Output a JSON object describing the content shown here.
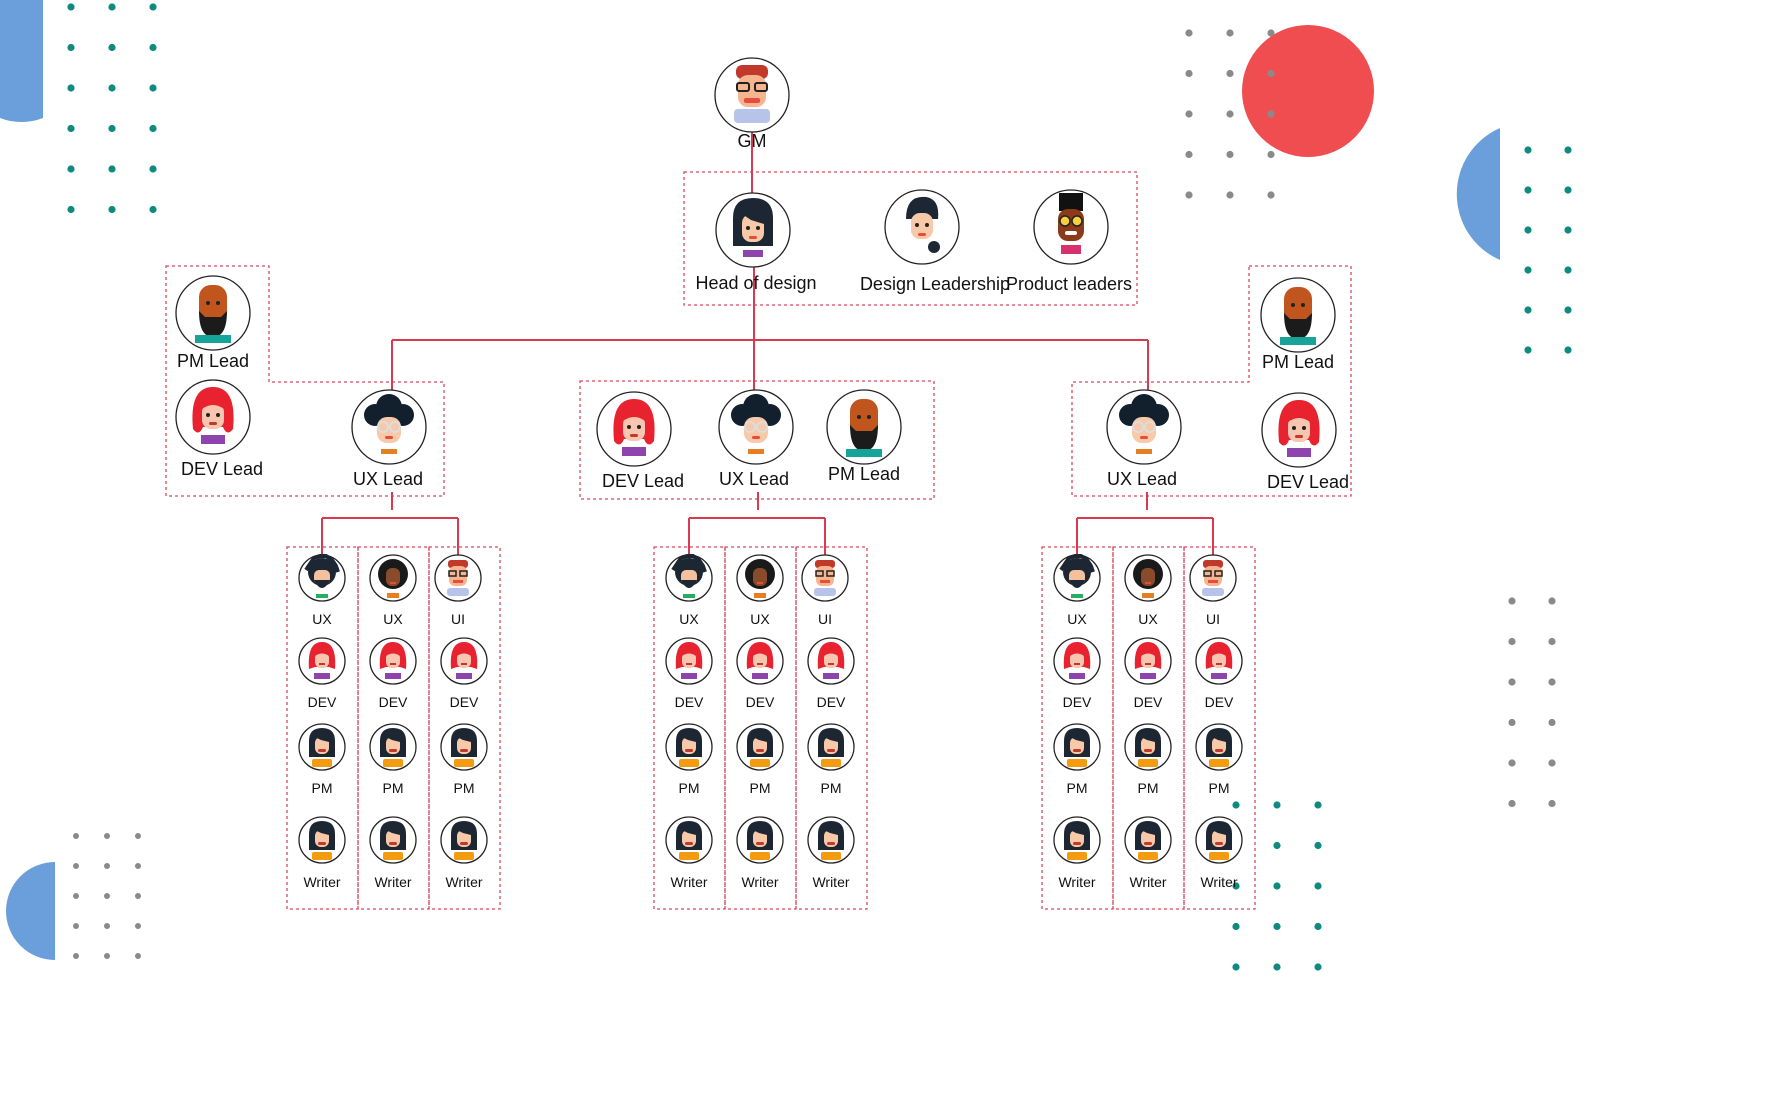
{
  "colors": {
    "connector": "#d93a4f",
    "box_border": "#d9485f",
    "accent_blue": "#6b9fdc",
    "accent_red": "#ef4d50",
    "dot_teal": "#0e8a7e",
    "dot_gray": "#8a8a8a"
  },
  "top": {
    "gm": "GM",
    "head_of_design": "Head of design",
    "design_leadership": "Design Leadership",
    "product_leaders": "Product leaders"
  },
  "leads": {
    "pm_lead": "PM Lead",
    "dev_lead": "DEV Lead",
    "ux_lead": "UX Lead"
  },
  "teams": [
    {
      "columns": [
        {
          "roles": [
            "UX",
            "DEV",
            "PM",
            "Writer"
          ]
        },
        {
          "roles": [
            "UX",
            "DEV",
            "PM",
            "Writer"
          ]
        },
        {
          "roles": [
            "UI",
            "DEV",
            "PM",
            "Writer"
          ]
        }
      ]
    },
    {
      "columns": [
        {
          "roles": [
            "UX",
            "DEV",
            "PM",
            "Writer"
          ]
        },
        {
          "roles": [
            "UX",
            "DEV",
            "PM",
            "Writer"
          ]
        },
        {
          "roles": [
            "UI",
            "DEV",
            "PM",
            "Writer"
          ]
        }
      ]
    },
    {
      "columns": [
        {
          "roles": [
            "UX",
            "DEV",
            "PM",
            "Writer"
          ]
        },
        {
          "roles": [
            "UX",
            "DEV",
            "PM",
            "Writer"
          ]
        },
        {
          "roles": [
            "UI",
            "DEV",
            "PM",
            "Writer"
          ]
        }
      ]
    }
  ]
}
